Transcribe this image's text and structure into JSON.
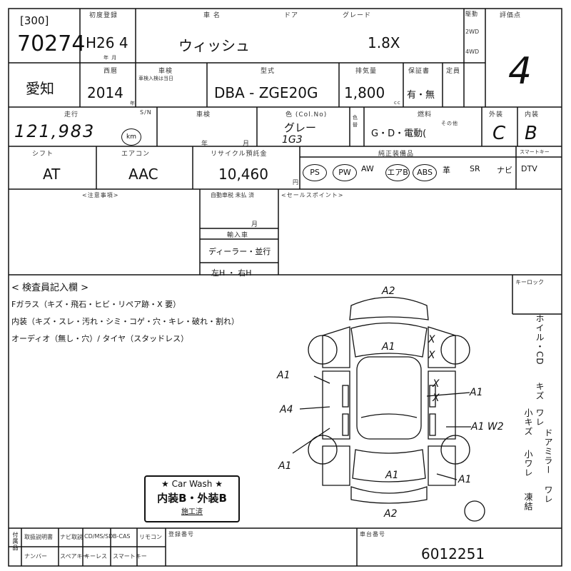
{
  "header": {
    "lot_type": "[300]",
    "lot_number": "70274",
    "first_reg_label": "初度登録",
    "first_reg_value": "H26 4",
    "year_month_label": "年 月",
    "car_name_label": "車 名",
    "car_name": "ウィッシュ",
    "doors_label": "ドア",
    "grade_label": "グレード",
    "grade": "1.8X",
    "drive_label": "駆動",
    "drive_options": [
      "2WD",
      "4WD"
    ],
    "score_label": "評価点",
    "score": "4"
  },
  "row2": {
    "origin": "愛知",
    "year_label": "西暦",
    "year": "2014",
    "year_suffix": "年",
    "inspection_label": "車検",
    "inspection_note": "車検入検は当日",
    "model_label": "型式",
    "model": "DBA - ZGE20G",
    "displacement_label": "排気量",
    "displacement": "1,800",
    "displacement_unit": "cc",
    "warranty_label": "保証書",
    "warranty_value": "有・無",
    "capacity_label": "定員"
  },
  "row3": {
    "mileage_label": "走行",
    "mileage": "121,983",
    "mileage_unit": "km",
    "s_label": "S/N",
    "inspection_date_label": "車検",
    "year_mark": "年",
    "month_mark": "月",
    "color_label": "色 (Col.No)",
    "color": "グレー",
    "color_code": "1G3",
    "color_change_label": "色替",
    "fuel_label": "燃料",
    "fuel_options": "G・D・電動(",
    "fuel_other": "その他",
    "exterior_label": "外装",
    "exterior_grade": "C",
    "interior_label": "内装",
    "interior_grade": "B"
  },
  "row4": {
    "shift_label": "シフト",
    "shift": "AT",
    "aircon_label": "エアコン",
    "aircon": "AAC",
    "recycle_label": "リサイクル預託金",
    "recycle": "10,460",
    "recycle_unit": "円",
    "equipment_label": "純正装備品",
    "equipment": [
      "PS",
      "PW",
      "AW",
      "エアB",
      "ABS",
      "革",
      "SR",
      "ナビ",
      "DTV"
    ],
    "equipment_circled": [
      true,
      true,
      false,
      true,
      true,
      false,
      false,
      false,
      false
    ],
    "smartkey_label": "スマートキー"
  },
  "notes": {
    "caution_label": "<注意事項>",
    "seal_label": "自動車税 未払 済",
    "month_label": "月",
    "import_label": "輸入車",
    "dealer": "ディーラー・並行",
    "handle": "左H ・ 右H",
    "selling_points_label": "<セールスポイント>"
  },
  "inspector": {
    "title": "< 検査員記入欄 >",
    "line1": "Fガラス（キズ・飛石・ヒビ・リペア跡・X 要）",
    "line2": "内装（キズ・スレ・汚れ・シミ・コゲ・穴・キレ・破れ・割れ）",
    "line3": "オーディオ（無し・穴）/ タイヤ（スタッドレス）",
    "keylock_label": "キーロック",
    "side_notes": [
      "ホイル・CD",
      "キズ",
      "ワレ",
      "ドアミラー",
      "ワレ",
      "小キズ",
      "小ワレ",
      "凍結"
    ]
  },
  "diagram_marks": [
    "A2",
    "A1",
    "X",
    "X",
    "A1",
    "X",
    "X",
    "A1",
    "A4",
    "A1 W2",
    "A1",
    "A1",
    "A1",
    "A2"
  ],
  "stamp": {
    "title": "★ Car Wash ★",
    "grades": "内装B・外装B",
    "done": "施工済"
  },
  "footer": {
    "col_labels_top": [
      "取扱説明書",
      "ナビ取説",
      "CD/MS/SD",
      "B-CAS",
      "リモコン"
    ],
    "col_labels_bottom": [
      "ナンバー",
      "スペアキー",
      "キーレス",
      "スマートキー"
    ],
    "reg_number_label": "登録番号",
    "chassis_label": "車台番号",
    "chassis_number": "6012251",
    "side_label": "付属品"
  }
}
